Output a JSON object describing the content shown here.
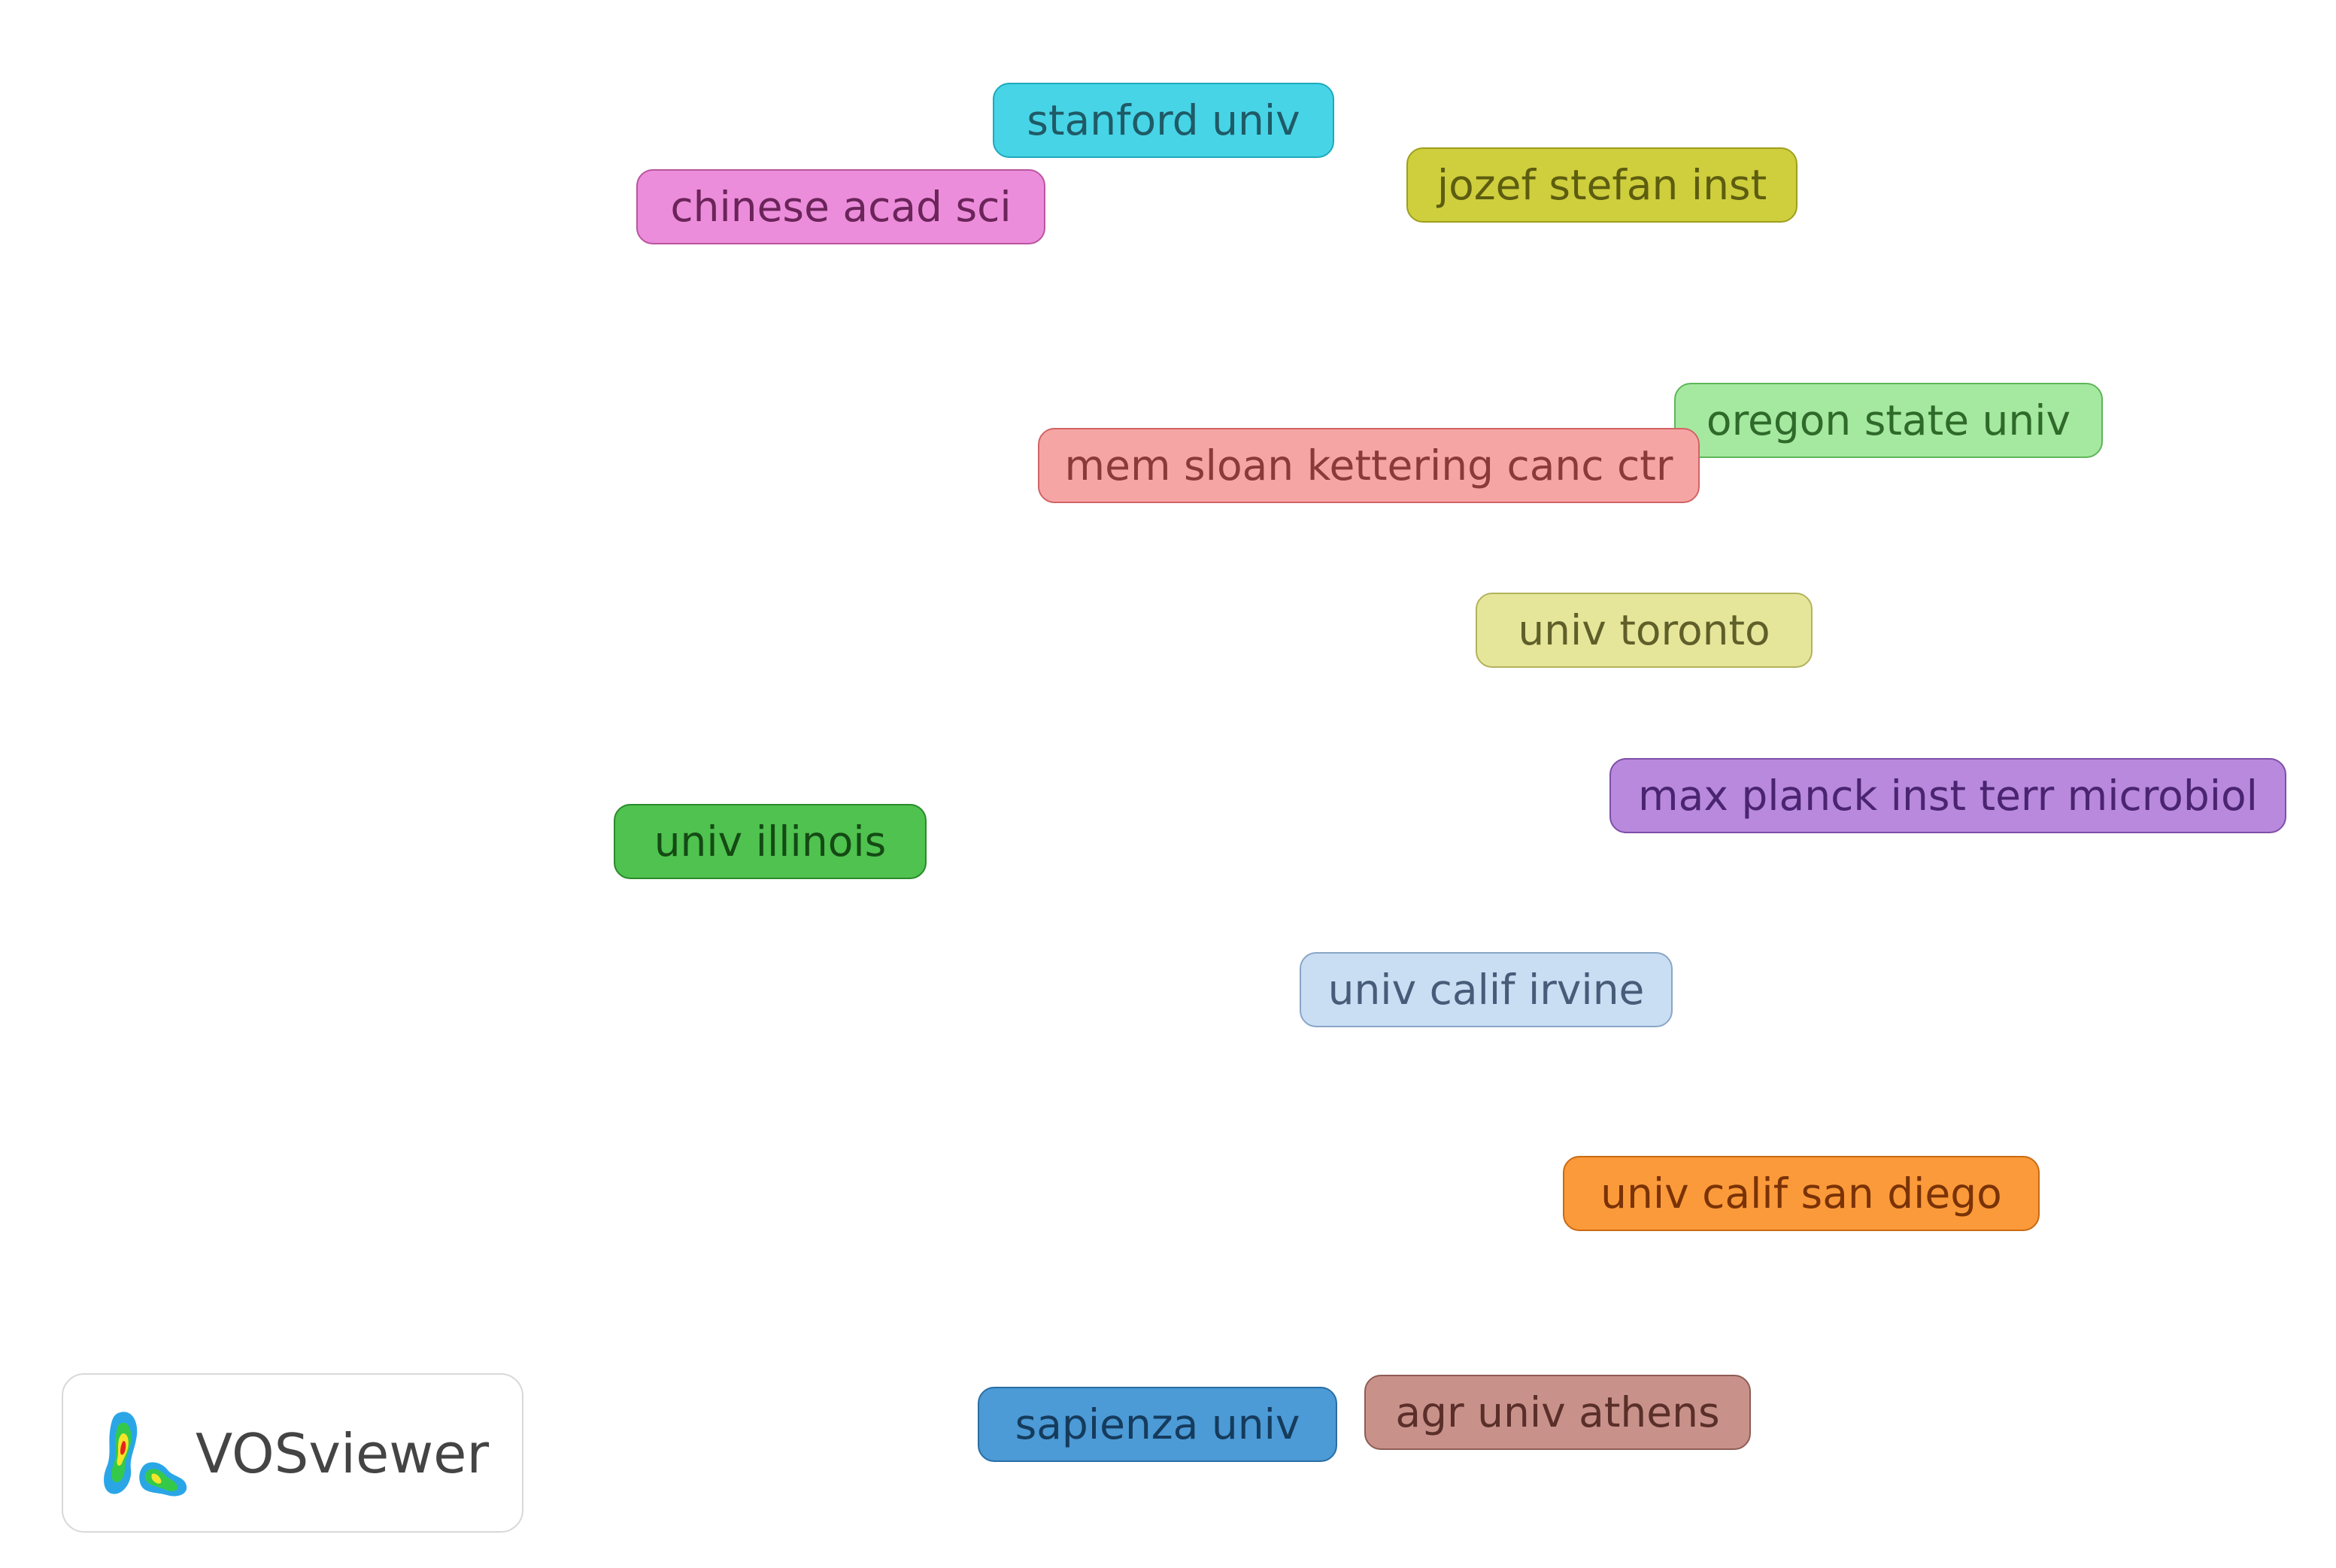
{
  "nodes": [
    {
      "id": "n-stanford",
      "label": "stanford univ",
      "fill": "#47d4e6",
      "border": "#1ea9bc",
      "text": "#1f5a66"
    },
    {
      "id": "n-chinese",
      "label": "chinese acad sci",
      "fill": "#ec8ddb",
      "border": "#b9559f",
      "text": "#6a2459"
    },
    {
      "id": "n-jozef",
      "label": "jozef stefan inst",
      "fill": "#cfcf3e",
      "border": "#9f9f1d",
      "text": "#5d5d10"
    },
    {
      "id": "n-oregon",
      "label": "oregon state univ",
      "fill": "#a5e8a0",
      "border": "#5fb658",
      "text": "#2e6a2a"
    },
    {
      "id": "n-mskcc",
      "label": "mem sloan kettering canc ctr",
      "fill": "#f6a5a5",
      "border": "#d16464",
      "text": "#8a3a3a"
    },
    {
      "id": "n-toronto",
      "label": "univ toronto",
      "fill": "#e6e69a",
      "border": "#b2b25b",
      "text": "#5f5f2a"
    },
    {
      "id": "n-maxplanck",
      "label": "max planck inst terr microbiol",
      "fill": "#b889dd",
      "border": "#7e4fa7",
      "text": "#4a2470"
    },
    {
      "id": "n-illinois",
      "label": "univ illinois",
      "fill": "#4fc24f",
      "border": "#2a8a2a",
      "text": "#144a14"
    },
    {
      "id": "n-irvine",
      "label": "univ calif irvine",
      "fill": "#c9def3",
      "border": "#8aa6c7",
      "text": "#465c78"
    },
    {
      "id": "n-sandiego",
      "label": "univ calif san diego",
      "fill": "#fb9a3a",
      "border": "#c96a12",
      "text": "#7a3206"
    },
    {
      "id": "n-sapienza",
      "label": "sapienza univ",
      "fill": "#4c9ad6",
      "border": "#2a6ea4",
      "text": "#153b5c"
    },
    {
      "id": "n-agr",
      "label": "agr univ athens",
      "fill": "#c8928a",
      "border": "#8e5c55",
      "text": "#5a2f2a"
    }
  ],
  "watermark": {
    "brand": "VOSviewer",
    "logo_icon": "vosviewer-heatmap-logo-icon"
  }
}
